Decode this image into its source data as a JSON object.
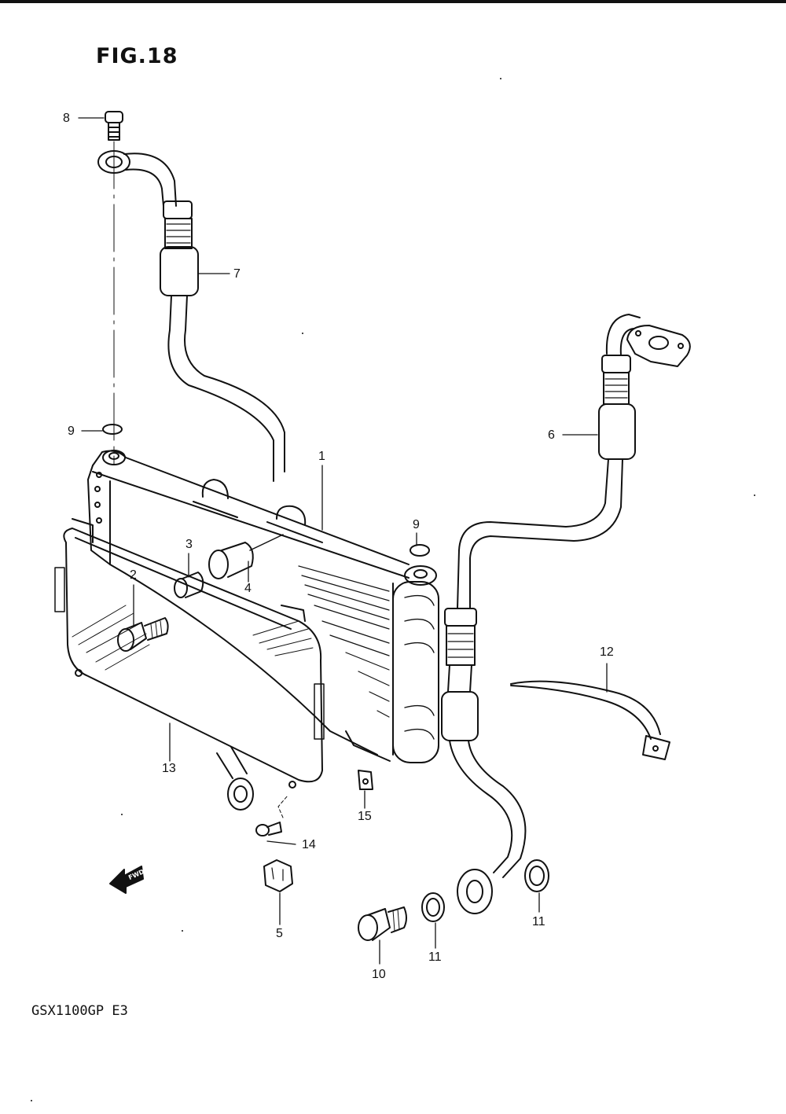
{
  "figure": {
    "title": "FIG.18",
    "model_code": "GSX1100GP E3"
  },
  "direction_marker": {
    "text": "FWD",
    "icon": "fwd-arrow-icon"
  },
  "callouts": [
    "1",
    "2",
    "3",
    "4",
    "5",
    "6",
    "7",
    "8",
    "9",
    "9",
    "10",
    "11",
    "11",
    "12",
    "13",
    "14",
    "15"
  ],
  "colors": {
    "ink": "#111111",
    "paper": "#ffffff"
  }
}
